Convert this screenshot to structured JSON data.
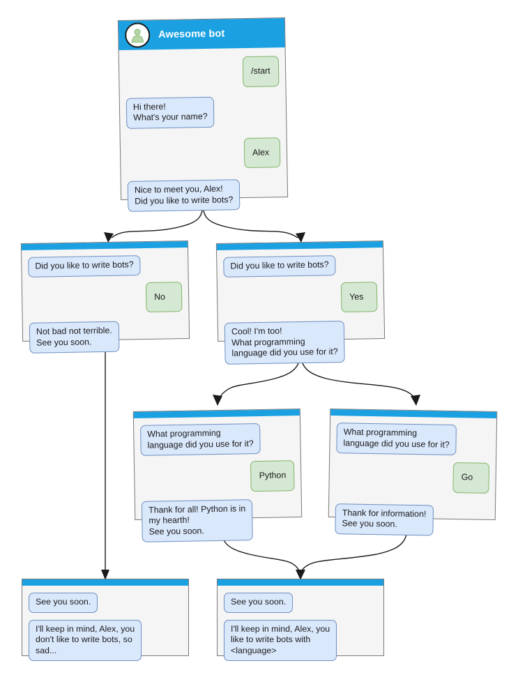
{
  "diagram": {
    "title_node": {
      "header": {
        "bot_name": "Awesome bot",
        "avatar_icon": "person-avatar-icon",
        "header_color": "#1ba1e2"
      },
      "messages": [
        {
          "side": "user",
          "text": "/start"
        },
        {
          "side": "bot",
          "text": "Hi there!\nWhat's your name?"
        },
        {
          "side": "user",
          "text": "Alex"
        },
        {
          "side": "bot",
          "text": "Nice to meet you, Alex!\nDid you like to write bots?"
        }
      ]
    },
    "nodes": [
      {
        "id": "no-branch",
        "messages": [
          {
            "side": "bot",
            "text": "Did you like to write bots?"
          },
          {
            "side": "user",
            "text": "No"
          },
          {
            "side": "bot",
            "text": "Not bad not terrible.\nSee you soon."
          }
        ]
      },
      {
        "id": "yes-branch",
        "messages": [
          {
            "side": "bot",
            "text": "Did you like to write bots?"
          },
          {
            "side": "user",
            "text": "Yes"
          },
          {
            "side": "bot",
            "text": "Cool! I'm too!\nWhat programming\nlanguage did you use for it?"
          }
        ]
      },
      {
        "id": "python-branch",
        "messages": [
          {
            "side": "bot",
            "text": "What programming\nlanguage did you use for it?"
          },
          {
            "side": "user",
            "text": "Python"
          },
          {
            "side": "bot",
            "text": "Thank for all! Python is in\nmy hearth!\nSee you soon."
          }
        ]
      },
      {
        "id": "go-branch",
        "messages": [
          {
            "side": "bot",
            "text": "What programming\nlanguage did you use for it?"
          },
          {
            "side": "user",
            "text": "Go"
          },
          {
            "side": "bot",
            "text": "Thank for information!\nSee you soon."
          }
        ]
      },
      {
        "id": "end-sad",
        "messages": [
          {
            "side": "bot",
            "text": "See you soon."
          },
          {
            "side": "bot",
            "text": "I'll keep in mind, Alex, you\ndon't like to write bots, so\nsad..."
          }
        ]
      },
      {
        "id": "end-happy",
        "messages": [
          {
            "side": "bot",
            "text": "See you soon."
          },
          {
            "side": "bot",
            "text": "I'll keep in mind, Alex, you\nlike to write bots with\n<language>"
          }
        ]
      }
    ],
    "colors": {
      "header_blue": "#1ba1e2",
      "bot_bubble_fill": "#dae8fc",
      "bot_bubble_stroke": "#6c8ebf",
      "user_bubble_fill": "#d5e8d4",
      "user_bubble_stroke": "#82b366",
      "card_fill": "#f5f5f5",
      "card_stroke": "#787878",
      "edge_stroke": "#1a1a1a",
      "avatar_person": "#b5d6a7"
    }
  }
}
